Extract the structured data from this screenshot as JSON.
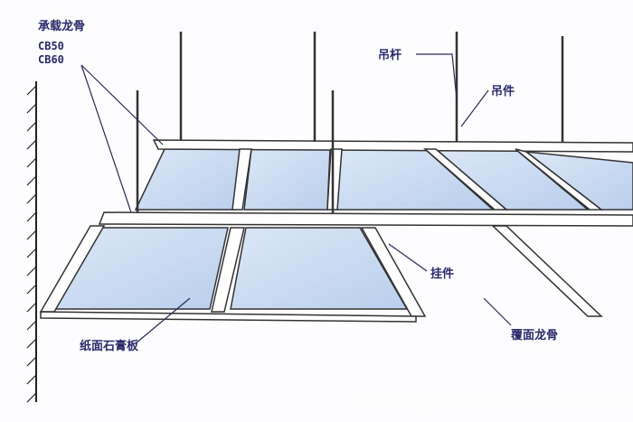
{
  "labels": {
    "main_runner": "承载龙骨",
    "main_runner_codes": [
      "CB50",
      "CB60"
    ],
    "hanger_rod": "吊杆",
    "hanger": "吊件",
    "connector": "挂件",
    "cross_runner": "覆面龙骨",
    "gypsum_board": "纸面石膏板"
  },
  "watermark": "zhuangshi.cn.alibaba.com",
  "colors": {
    "panel": "#c9dcf1",
    "line": "#2a2a5a",
    "text": "#2a2a6a"
  }
}
